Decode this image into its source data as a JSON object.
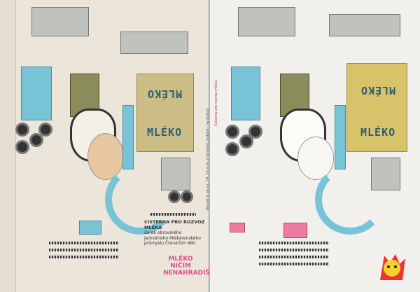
{
  "left_page": {
    "panel_text_top": "MLÉKO",
    "panel_text_bottom": "MLÉKO",
    "description_title": "CISTERNA PRO ROZVOZ MLÉKA",
    "description_body": "darek obrovského Jednotného Mlékárenského průmyslu Čtenářům ABC",
    "slogan": [
      "MLÉKO",
      "NIČÍM",
      "NENAHRADÍŠ"
    ]
  },
  "right_page": {
    "panel_text_top": "MLÉKO",
    "panel_text_bottom": "MLÉKO",
    "side_note": "Návod je na str. 24, 26 a ve zmenšené podobě i na obálce",
    "side_note_top": "Cisterna pro rozvoz mléka"
  },
  "colors": {
    "slogan": "#e0508f",
    "blue_parts": "#79c3d6",
    "panel": "#cbbd84"
  }
}
